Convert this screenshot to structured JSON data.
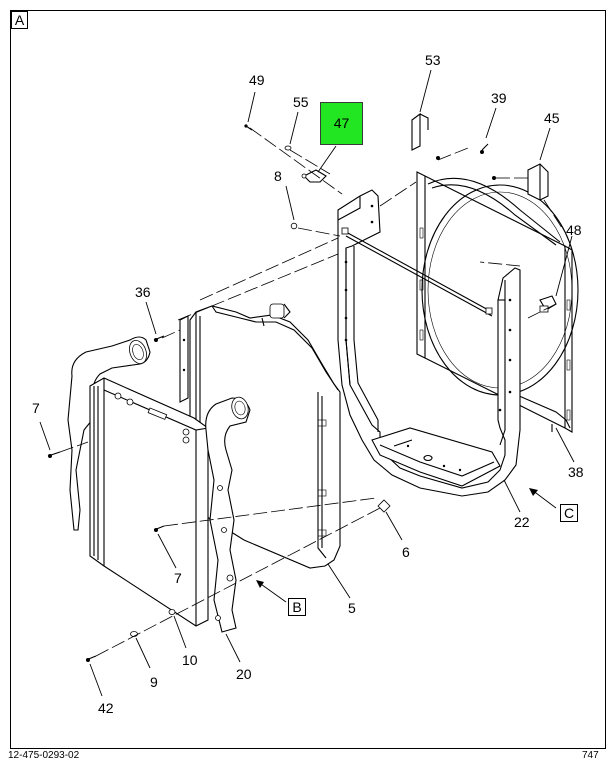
{
  "view_label": "A",
  "callouts": {
    "c49": "49",
    "c55": "55",
    "c47": "47",
    "c53": "53",
    "c39": "39",
    "c45": "45",
    "c8": "8",
    "c48": "48",
    "c36": "36",
    "c7a": "7",
    "c7b": "7",
    "c38": "38",
    "c6": "6",
    "c22": "22",
    "c5": "5",
    "c10": "10",
    "c9": "9",
    "c20": "20",
    "c42": "42"
  },
  "view_refs": {
    "b": "B",
    "c": "C"
  },
  "footer": {
    "left": "12-475-0293-02",
    "right": "747"
  }
}
